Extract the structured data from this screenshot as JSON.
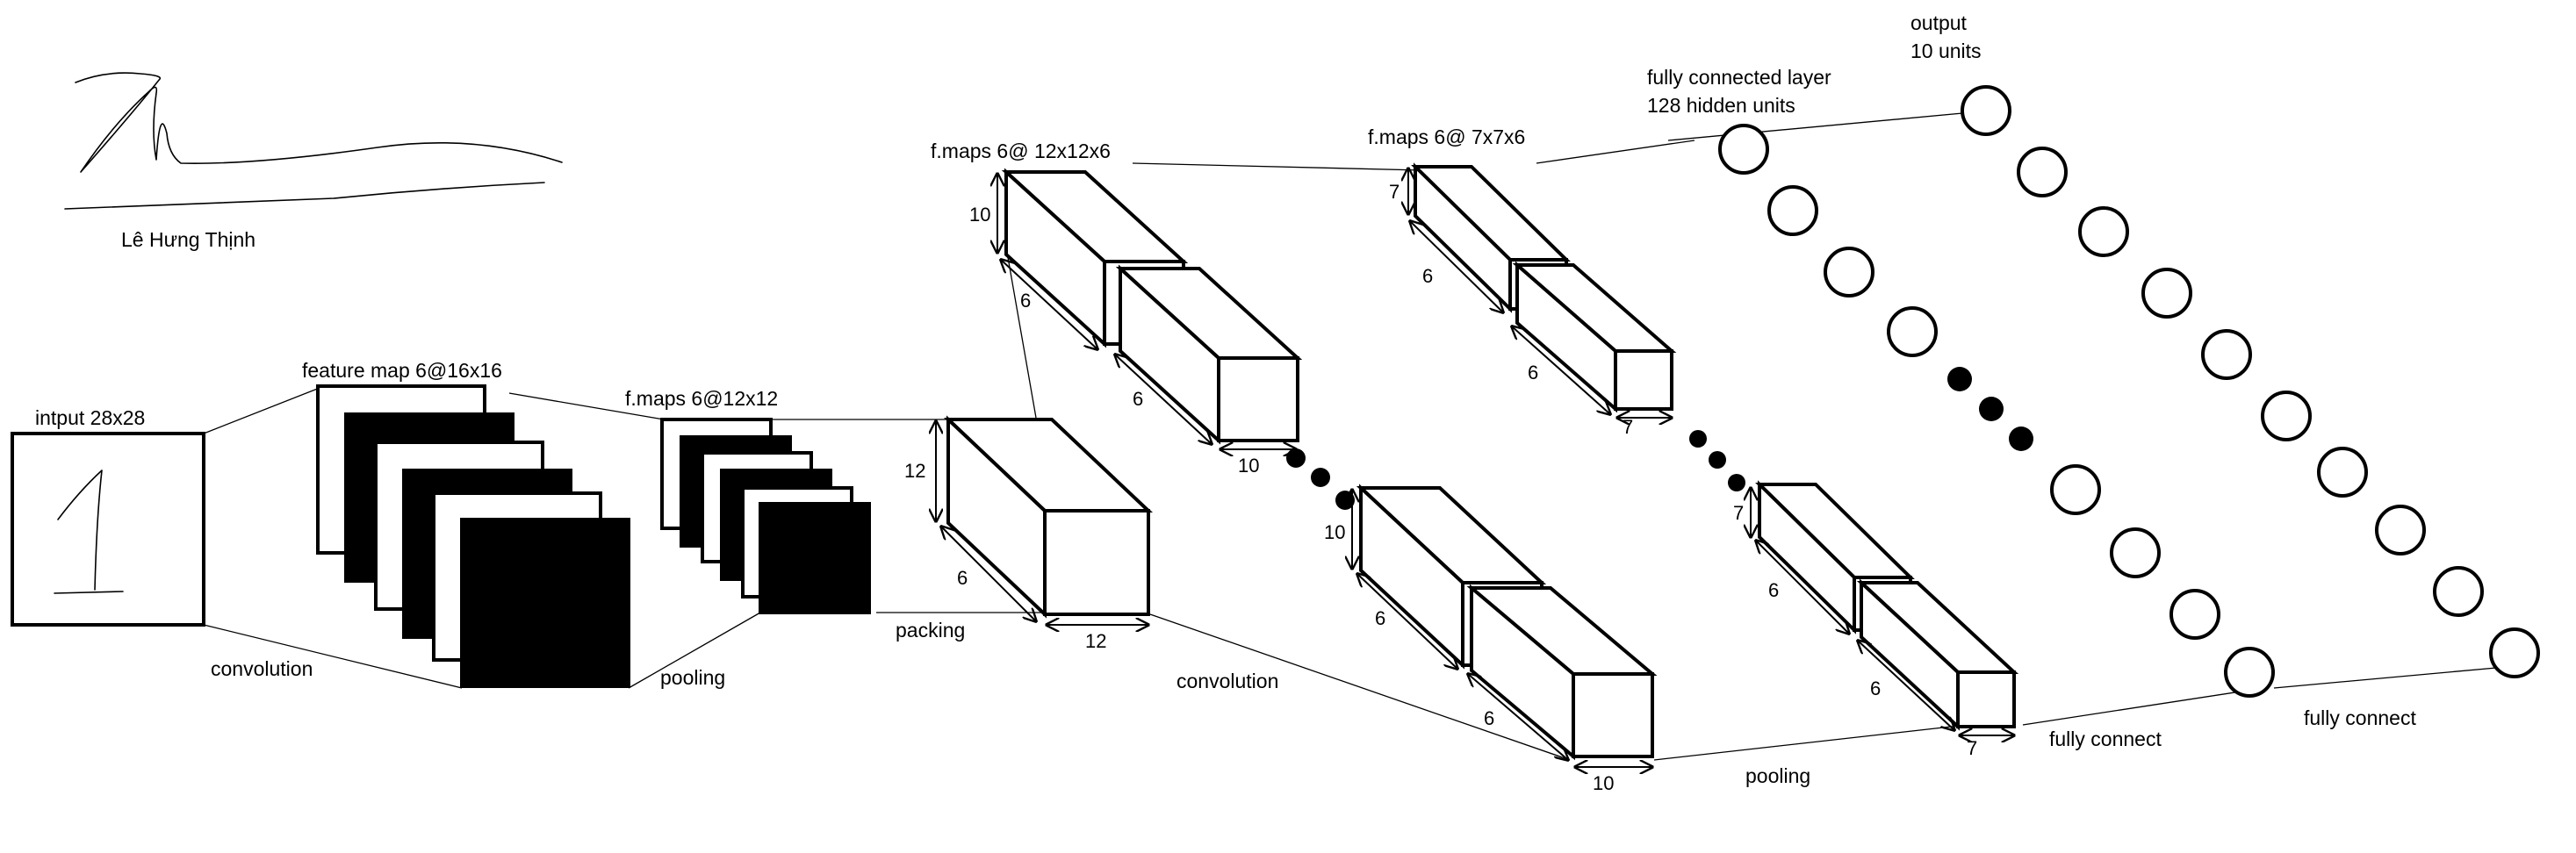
{
  "signature": {
    "name": "Lê Hưng Thịnh"
  },
  "input": {
    "label": "intput 28x28",
    "digit": "1"
  },
  "feature_map": {
    "label": "feature map 6@16x16"
  },
  "pooled_map": {
    "label": "f.maps 6@12x12"
  },
  "packed_block": {
    "height": "12",
    "depth": "6",
    "width": "12"
  },
  "conv_maps": {
    "label": "f.maps 6@ 12x12x6",
    "height": "10",
    "depth_front": "6",
    "depth_back": "6",
    "width": "10",
    "lower_height": "10",
    "lower_depth_front": "6",
    "lower_depth_back": "6",
    "lower_width": "10"
  },
  "pool_maps": {
    "label": "f.maps 6@ 7x7x6",
    "height": "7",
    "depth_front": "6",
    "depth_back": "6",
    "width": "7",
    "lower_height": "7",
    "lower_depth_front": "6",
    "lower_depth_back": "6",
    "lower_width": "7"
  },
  "hidden_layer": {
    "title": "fully connected layer",
    "subtitle": "128 hidden units"
  },
  "output_layer": {
    "title": "output",
    "subtitle": "10 units"
  },
  "operations": {
    "convolution_1": "convolution",
    "pooling_1": "pooling",
    "packing": "packing",
    "convolution_2": "convolution",
    "pooling_2": "pooling",
    "fully_connect_1": "fully connect",
    "fully_connect_2": "fully connect"
  }
}
